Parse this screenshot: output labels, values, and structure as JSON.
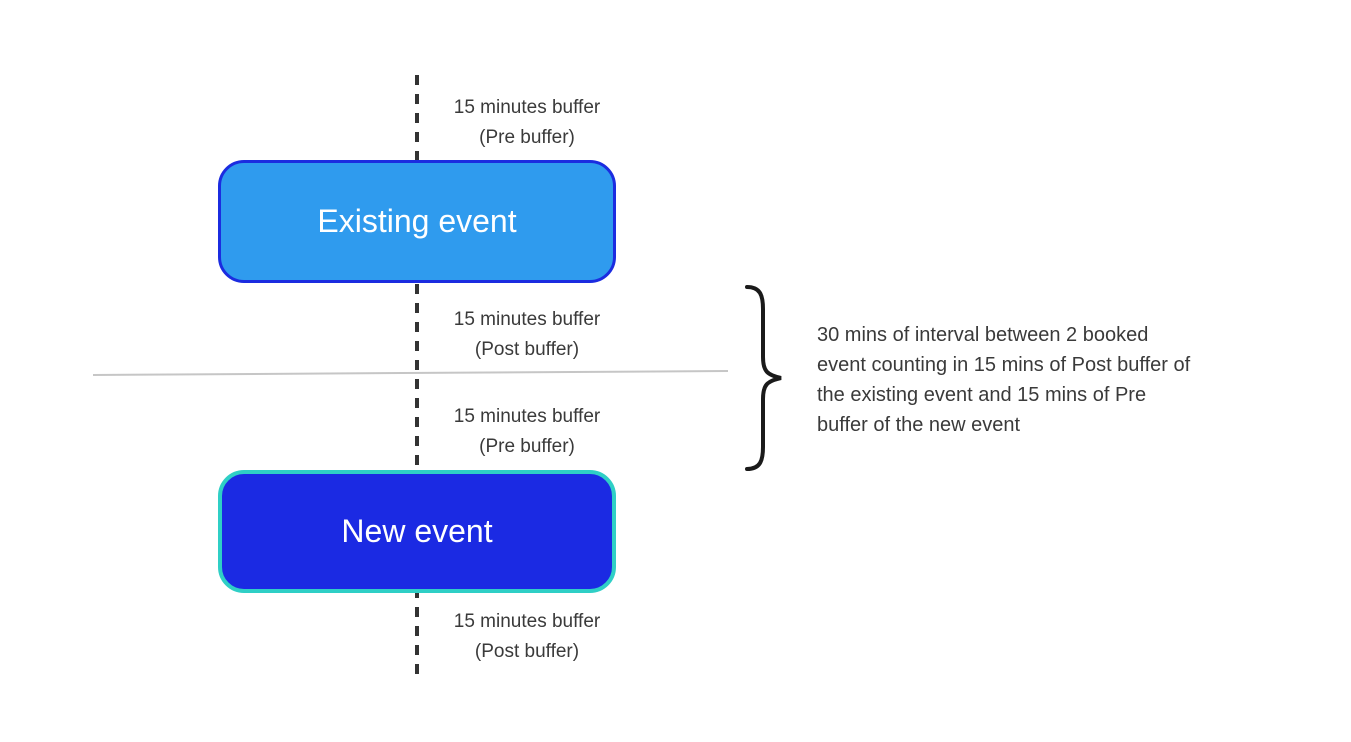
{
  "diagram": {
    "existing_event": {
      "label": "Existing event",
      "fill": "#2f9bee",
      "border": "#1b2ce0",
      "text_color": "#ffffff"
    },
    "new_event": {
      "label": "New event",
      "fill": "#1b2ae3",
      "border": "#2fcfc6",
      "text_color": "#ffffff"
    },
    "buffers": [
      {
        "line1": "15 minutes buffer",
        "line2": "(Pre buffer)"
      },
      {
        "line1": "15 minutes buffer",
        "line2": "(Post buffer)"
      },
      {
        "line1": "15 minutes buffer",
        "line2": "(Pre buffer)"
      },
      {
        "line1": "15 minutes buffer",
        "line2": "(Post buffer)"
      }
    ],
    "annotation": {
      "lines": [
        "30 mins of interval between 2 booked",
        "event counting in 15 mins of Post buffer of",
        "the existing event and 15 mins of Pre",
        "buffer of the new event"
      ]
    },
    "colors": {
      "dashed_line": "#333333",
      "separator_line": "#c6c6c6",
      "brace": "#1a1a1a",
      "label_text": "#3a3a3a"
    }
  }
}
